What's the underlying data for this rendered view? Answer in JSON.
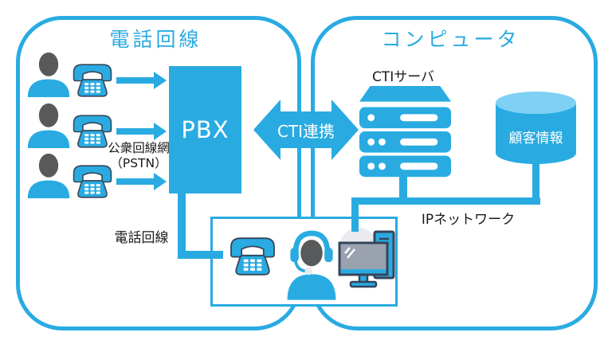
{
  "diagram": {
    "left_zone": {
      "title": "電話回線"
    },
    "right_zone": {
      "title": "コンピュータ"
    },
    "pbx": {
      "label": "PBX"
    },
    "cti_link": {
      "label": "CTI連携"
    },
    "cti_server": {
      "label": "CTIサーバ"
    },
    "customer_db": {
      "label": "顧客情報"
    },
    "pstn": {
      "line1": "公衆回線網",
      "line2": "（PSTN）"
    },
    "phone_line": {
      "label": "電話回線"
    },
    "ip_network": {
      "label": "IPネットワーク"
    },
    "callers_count": 3,
    "colors": {
      "primary_blue": "#29abe2",
      "cylinder_top": "#7ed0f4",
      "dark_outline": "#36455a",
      "head_gray": "#58595b",
      "screen_gray": "#9aa2b0",
      "light_circle": "#e9ebef",
      "label_black": "#1a1a1a"
    },
    "icons": [
      "caller-person-icon",
      "telephone-icon",
      "arrow-right-icon",
      "cti-double-arrow",
      "server-icon",
      "database-cylinder-icon",
      "operator-headset-icon",
      "desktop-computer-icon"
    ]
  }
}
